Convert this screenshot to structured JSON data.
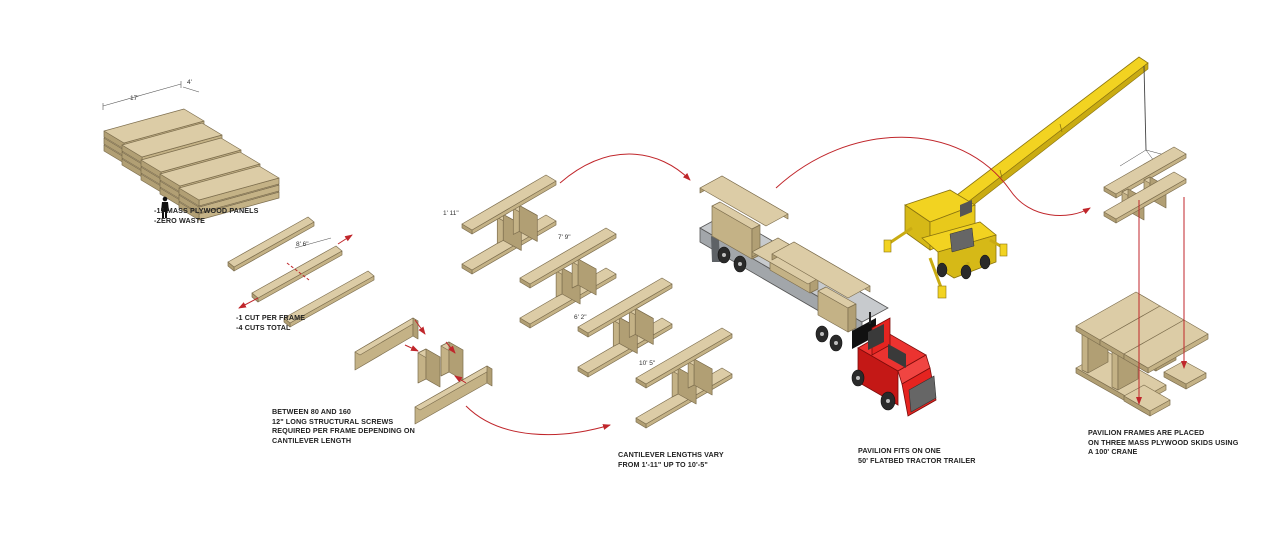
{
  "notes": {
    "panels": {
      "line1": "-15 MASS PLYWOOD PANELS",
      "line2": "-ZERO WASTE"
    },
    "cuts": {
      "line1": "-1 CUT PER FRAME",
      "line2": "-4 CUTS TOTAL"
    },
    "screws": {
      "line1": "BETWEEN 80 AND 160",
      "line2": "12\" LONG STRUCTURAL SCREWS",
      "line3": "REQUIRED PER FRAME DEPENDING ON",
      "line4": "CANTILEVER LENGTH"
    },
    "cantilever": {
      "line1": "CANTILEVER LENGTHS VARY",
      "line2": "FROM 1'-11\" UP TO 10'-5\""
    },
    "trailer": {
      "line1": "PAVILION FITS ON ONE",
      "line2": "50' FLATBED TRACTOR TRAILER"
    },
    "crane": {
      "line1": "PAVILION FRAMES ARE PLACED",
      "line2": "ON THREE MASS PLYWOOD SKIDS USING",
      "line3": "A 100' CRANE"
    }
  },
  "dims": {
    "panel_length": "17'",
    "panel_width": "4'",
    "cut_length": "8' 6\"",
    "frame_a": "1' 11\"",
    "frame_b": "7' 9\"",
    "frame_c": "6' 2\"",
    "frame_d": "10' 5\""
  },
  "colors": {
    "plywood_top": "#dccca6",
    "plywood_side": "#c4b286",
    "edge": "#7d6e4e",
    "arrow": "#c0262b",
    "truck_red": "#e52420",
    "crane_yellow": "#f2d321",
    "trailer_grey": "#8f9397"
  }
}
